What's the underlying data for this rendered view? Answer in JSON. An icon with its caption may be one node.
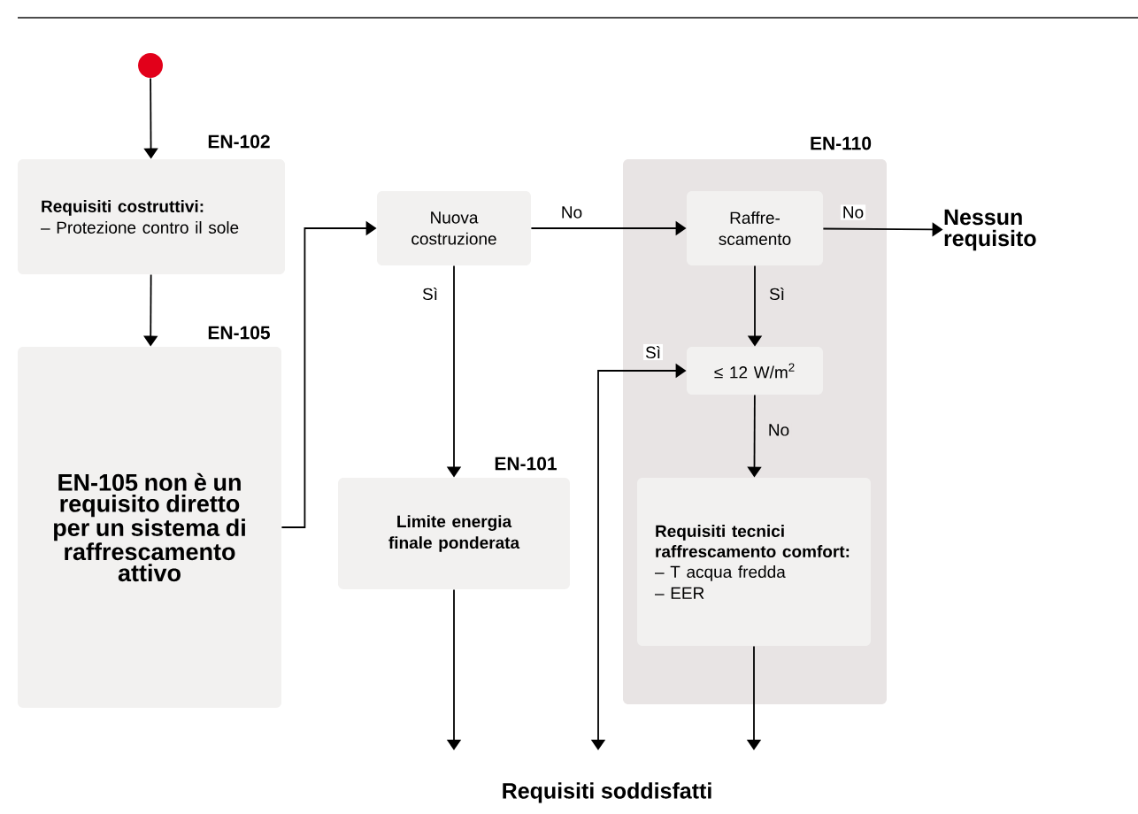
{
  "diagram": {
    "nodes": [
      {
        "text": [],
        "shape": "circle"
      },
      {
        "text": [
          "Requisiti costruttivi:",
          "– Protezione contro il sole"
        ],
        "beside": [
          "EN-102"
        ]
      },
      {
        "text": [
          "EN-105 non è un requisito diretto per un sistema di raffrescamento attivo"
        ],
        "beside": [
          "EN-105"
        ]
      },
      {
        "text": [
          "Nuova costruzione"
        ]
      },
      {
        "text": [
          "Limite energia finale ponderata"
        ],
        "beside": [
          "EN-101"
        ]
      },
      {
        "text": [
          "EN-110"
        ]
      },
      {
        "text": [
          "Raffre- scamento"
        ],
        "in": 5
      },
      {
        "text": [
          "≤ 12 W/m$^{2}$"
        ],
        "in": 5
      },
      {
        "text": [
          "Requisiti tecnici raffrescamento comfort:",
          "– T acqua fredda",
          "– EER"
        ],
        "in": 5
      },
      {
        "text": [
          "Nessun requisito"
        ]
      },
      {
        "text": [
          "Requisiti soddisfatti"
        ]
      }
    ],
    "edges": [
      {
        "from": 0,
        "to": 1,
        "arrow": "to"
      },
      {
        "from": 1,
        "to": 2,
        "arrow": "to"
      },
      {
        "from": 2,
        "to": 3,
        "arrow": "to"
      },
      {
        "from": 3,
        "to": 6,
        "arrow": "to",
        "label": "No"
      },
      {
        "from": 3,
        "to": 4,
        "arrow": "to",
        "label": "Sì"
      },
      {
        "from": 6,
        "to": 9,
        "arrow": "to",
        "label": "No"
      },
      {
        "from": 6,
        "to": 7,
        "arrow": "to",
        "label": "Sì"
      },
      {
        "from": 7,
        "to": 8,
        "arrow": "to",
        "label": "No"
      },
      {
        "from": 7,
        "to": 10,
        "arrow": "both",
        "label": "Sì"
      },
      {
        "from": 4,
        "to": 10,
        "arrow": "to"
      },
      {
        "from": 8,
        "to": 10,
        "arrow": "to"
      }
    ]
  }
}
